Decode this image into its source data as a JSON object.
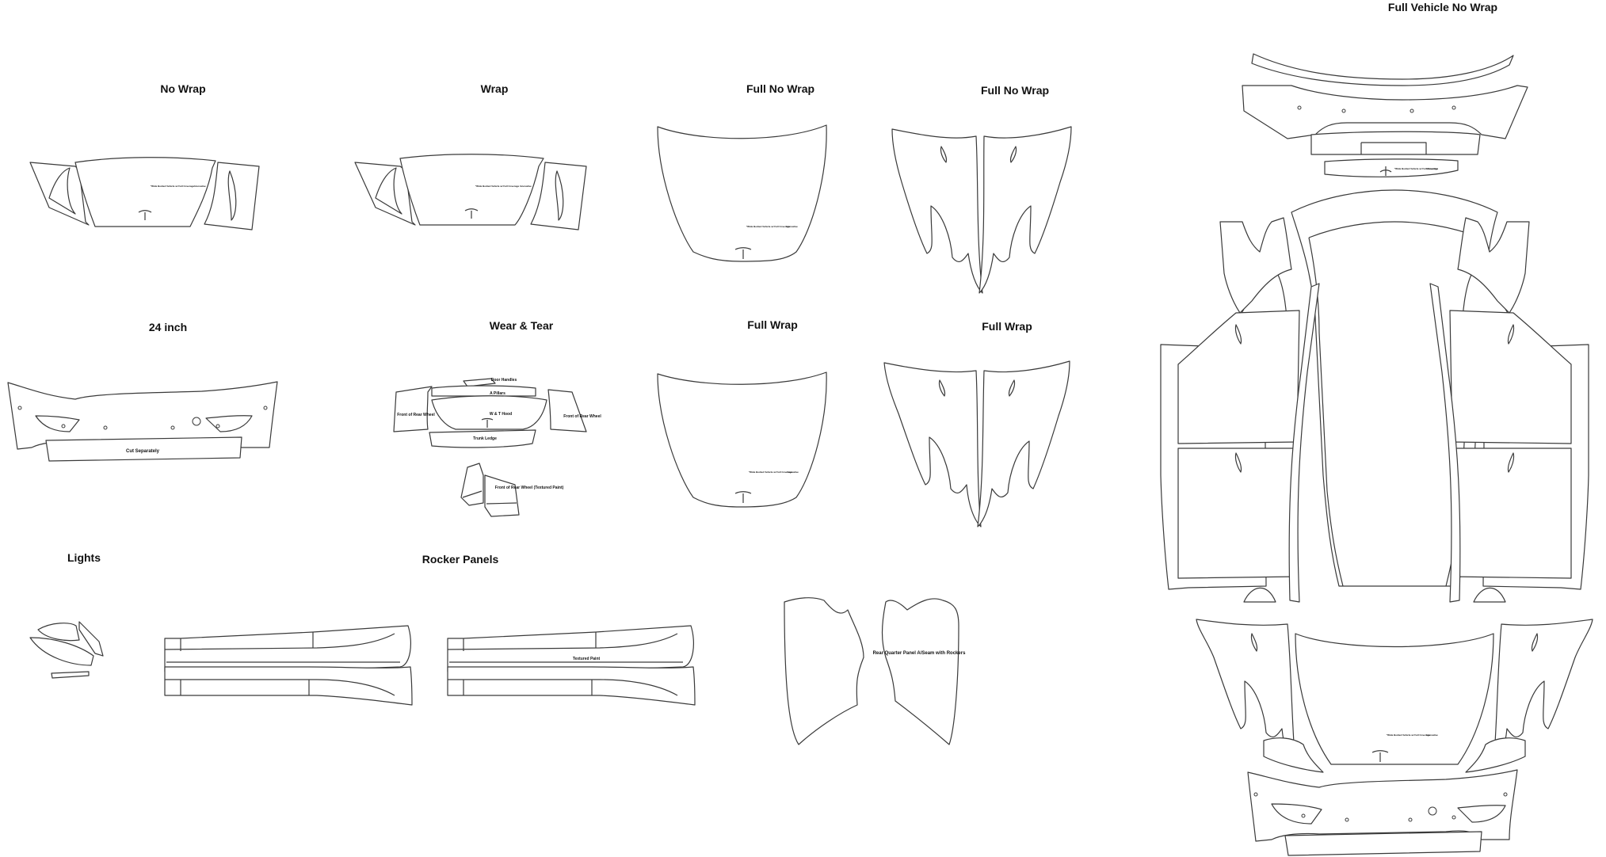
{
  "sections": {
    "no_wrap": "No Wrap",
    "wrap": "Wrap",
    "full_no_wrap_hood": "Full No Wrap",
    "full_no_wrap_fenders": "Full No Wrap",
    "inch_24": "24 inch",
    "wear_tear": "Wear & Tear",
    "full_wrap_hood": "Full Wrap",
    "full_wrap_fenders": "Full Wrap",
    "lights": "Lights",
    "rocker_panels": "Rocker Panels",
    "full_vehicle_no_wrap": "Full Vehicle No Wrap"
  },
  "labels": {
    "cut_separately": "Cut Separately",
    "door_handles": "Door Handles",
    "a_pillars": "A Pillars",
    "w_t_hood": "W & T Hood",
    "front_of_rear_wheel_left": "Front of Rear Wheel",
    "front_of_rear_wheel_right": "Front of Rear Wheel",
    "trunk_ledge": "Trunk Ledge",
    "front_of_rear_wheel_textured": "Front of Rear Wheel (Textured Paint)",
    "textured_paint": "Textured Paint",
    "rear_quarter_panel": "Rear Quarter Panel A/Seam with Rockers",
    "tiny_text_1": "*Wide Bodied Vehicle w/ Full Coverage",
    "tiny_text_2": "Innovative"
  }
}
